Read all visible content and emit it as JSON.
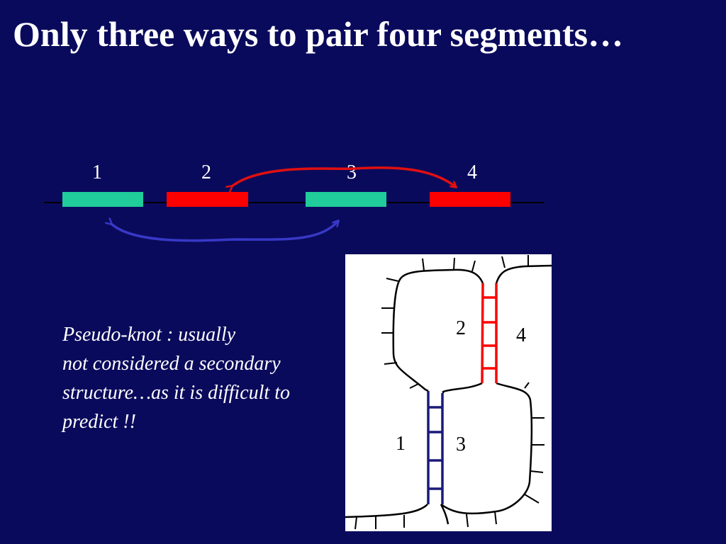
{
  "title": "Only three ways to pair four segments…",
  "segments": [
    {
      "label": "1",
      "color": "#1fcc9a"
    },
    {
      "label": "2",
      "color": "#ff0000"
    },
    {
      "label": "3",
      "color": "#1fcc9a"
    },
    {
      "label": "4",
      "color": "#ff0000"
    }
  ],
  "colors": {
    "background": "#0a0a5c",
    "pair_red": "#e01010",
    "pair_blue": "#3838c8",
    "inset_blue": "#1a1a7a",
    "inset_red": "#ff0000"
  },
  "note_lines": [
    "Pseudo-knot : usually",
    "not considered a secondary",
    "structure…as it is difficult to",
    "predict !!"
  ],
  "inset_labels": {
    "s1": "1",
    "s2": "2",
    "s3": "3",
    "s4": "4"
  }
}
